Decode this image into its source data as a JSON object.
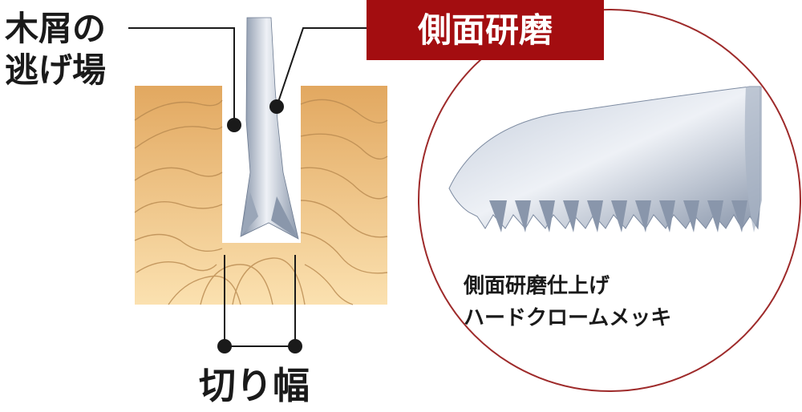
{
  "labels": {
    "chip_escape_line1": "木屑の",
    "chip_escape_line2": "逃げ場",
    "title": "側面研磨",
    "finish_line1": "側面研磨仕上げ",
    "finish_line2": "ハードクロームメッキ",
    "kerf": "切り幅"
  },
  "colors": {
    "title_bg": "#a30d10",
    "wood_light": "#f6d49c",
    "wood_dark": "#e2a860",
    "grain": "#b98a50",
    "blade_light": "#eef1f6",
    "blade_dark": "#7d8ba1",
    "circle_stroke": "#9e2a2a"
  }
}
